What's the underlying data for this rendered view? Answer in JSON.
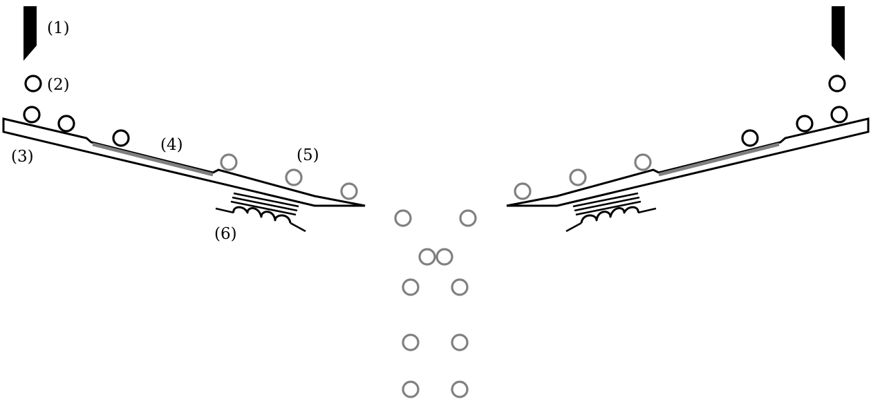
{
  "labels": {
    "l1": "(1)",
    "l2": "(2)",
    "l3": "(3)",
    "l4": "(4)",
    "l5": "(5)",
    "l6": "(6)"
  },
  "colors": {
    "fresh_ball": "#000000",
    "treated_ball": "#808080",
    "coating": "#7f7f7f",
    "nozzle": "#000000"
  },
  "icons": {
    "dispenser": "nozzle-icon",
    "coil": "electromagnet-icon"
  }
}
